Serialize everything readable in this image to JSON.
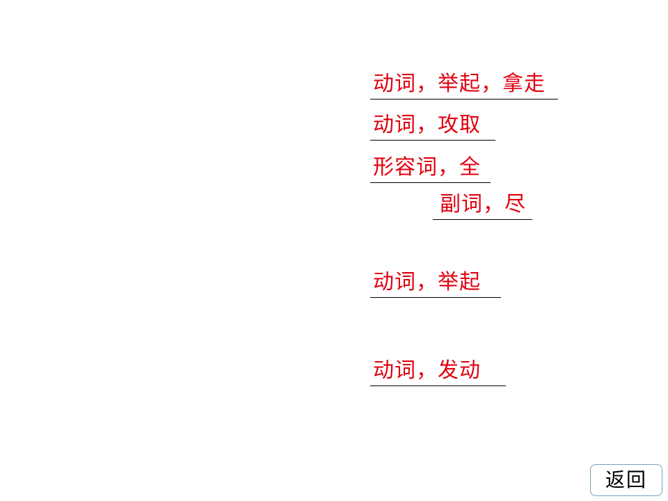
{
  "colors": {
    "answer_text": "#e0000f",
    "underline": "#000000",
    "back_button_text": "#000000",
    "back_button_border": "#7a9fb5"
  },
  "answers": [
    "动词，举起，拿走",
    "动词，攻取",
    "形容词，全",
    "副词，尽",
    "动词，举起",
    "动词，发动"
  ],
  "nav": {
    "back_label": "返回"
  }
}
